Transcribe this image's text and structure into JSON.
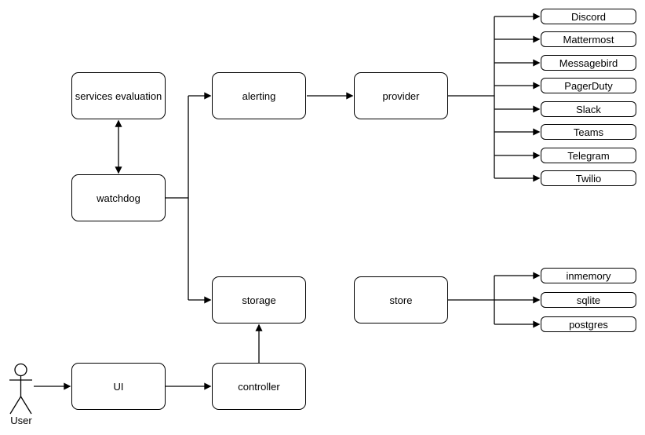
{
  "diagram": {
    "colors": {
      "stroke": "#000000",
      "node_fill": "#ffffff",
      "background": "#ffffff",
      "text": "#000000"
    },
    "nodes": {
      "services_evaluation": "services evaluation",
      "watchdog": "watchdog",
      "alerting": "alerting",
      "provider": "provider",
      "storage": "storage",
      "store": "store",
      "ui": "UI",
      "controller": "controller"
    },
    "provider_targets": [
      "Discord",
      "Mattermost",
      "Messagebird",
      "PagerDuty",
      "Slack",
      "Teams",
      "Telegram",
      "Twilio"
    ],
    "store_targets": [
      "inmemory",
      "sqlite",
      "postgres"
    ],
    "actor": {
      "label": "User"
    },
    "edges": [
      {
        "from": "watchdog",
        "to": "services evaluation",
        "type": "bidirectional"
      },
      {
        "from": "watchdog",
        "to": "alerting",
        "type": "arrow"
      },
      {
        "from": "watchdog",
        "to": "storage",
        "type": "arrow"
      },
      {
        "from": "alerting",
        "to": "provider",
        "type": "arrow"
      },
      {
        "from": "provider",
        "to": "Discord, Mattermost, Messagebird, PagerDuty, Slack, Teams, Telegram, Twilio",
        "type": "fan-out arrows"
      },
      {
        "from": "store",
        "to": "inmemory, sqlite, postgres",
        "type": "fan-out arrows"
      },
      {
        "from": "User",
        "to": "UI",
        "type": "arrow"
      },
      {
        "from": "UI",
        "to": "controller",
        "type": "arrow"
      },
      {
        "from": "controller",
        "to": "storage",
        "type": "arrow"
      },
      {
        "from": "storage",
        "to": "store",
        "type": "arrow"
      }
    ]
  }
}
